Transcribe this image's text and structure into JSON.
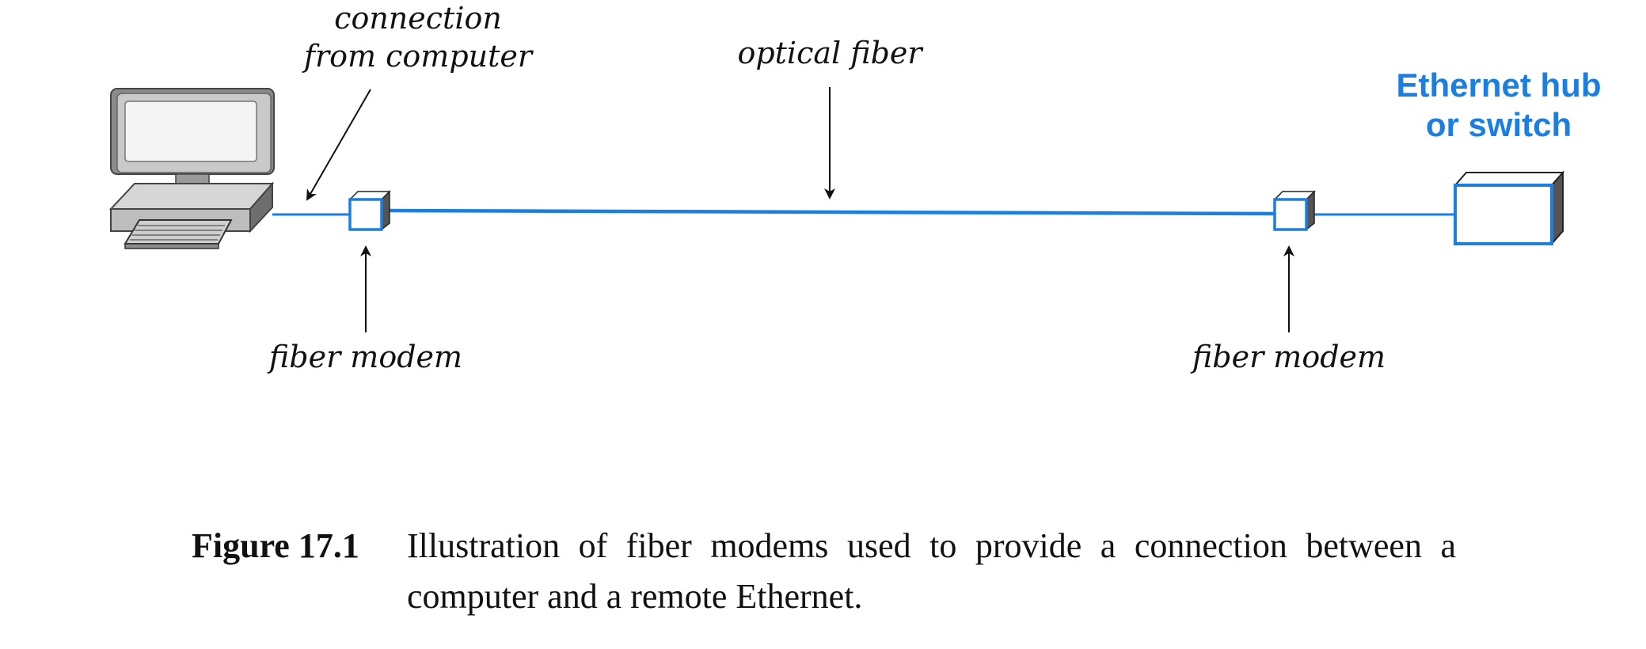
{
  "labels": {
    "connection_line1": "connection",
    "connection_line2": "from computer",
    "optical_fiber": "optical fiber",
    "fiber_modem_left": "fiber modem",
    "fiber_modem_right": "fiber modem",
    "hub_line1": "Ethernet hub",
    "hub_line2": "or switch"
  },
  "caption": {
    "figure_number": "Figure 17.1",
    "text": "Illustration of fiber modems used to provide a connection between a computer and a remote Ethernet."
  },
  "colors": {
    "fiber_blue": "#1a7fe0",
    "text": "#111111",
    "device_gray": "#d9d9d9",
    "device_dark": "#6b6b6b"
  }
}
